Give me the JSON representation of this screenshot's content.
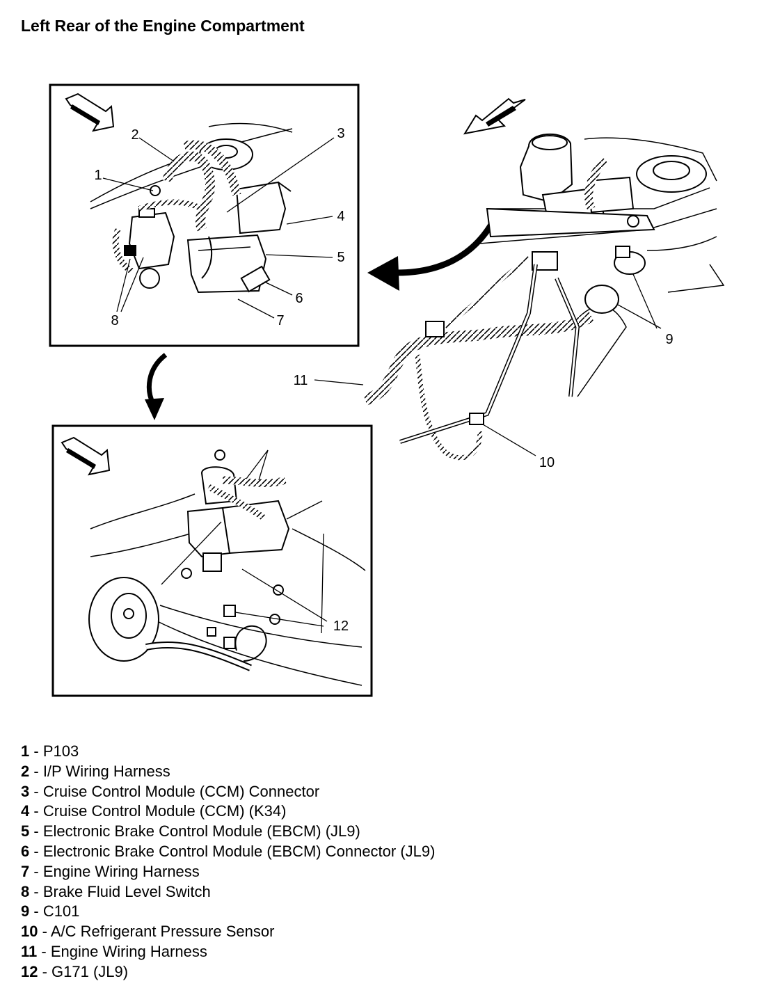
{
  "title": "Left Rear of the Engine Compartment",
  "callouts": {
    "c1": "1",
    "c2": "2",
    "c3": "3",
    "c4": "4",
    "c5": "5",
    "c6": "6",
    "c7": "7",
    "c8": "8",
    "c9": "9",
    "c10": "10",
    "c11": "11",
    "c12": "12"
  },
  "legend": [
    {
      "num": "1",
      "sep": " - ",
      "label": "P103"
    },
    {
      "num": "2",
      "sep": " - ",
      "label": "I/P Wiring Harness"
    },
    {
      "num": "3",
      "sep": " - ",
      "label": "Cruise Control Module (CCM) Connector"
    },
    {
      "num": "4",
      "sep": " - ",
      "label": "Cruise Control Module (CCM) (K34)"
    },
    {
      "num": "5",
      "sep": " - ",
      "label": "Electronic Brake Control Module (EBCM) (JL9)"
    },
    {
      "num": "6",
      "sep": " - ",
      "label": "Electronic Brake Control Module (EBCM) Connector (JL9)"
    },
    {
      "num": "7",
      "sep": " - ",
      "label": "Engine Wiring Harness"
    },
    {
      "num": "8",
      "sep": " - ",
      "label": "Brake Fluid Level Switch"
    },
    {
      "num": "9",
      "sep": " - ",
      "label": "C101"
    },
    {
      "num": "10",
      "sep": " - ",
      "label": "A/C Refrigerant Pressure Sensor"
    },
    {
      "num": "11",
      "sep": " - ",
      "label": "Engine Wiring Harness"
    },
    {
      "num": "12",
      "sep": " - ",
      "label": "G171 (JL9)"
    }
  ]
}
